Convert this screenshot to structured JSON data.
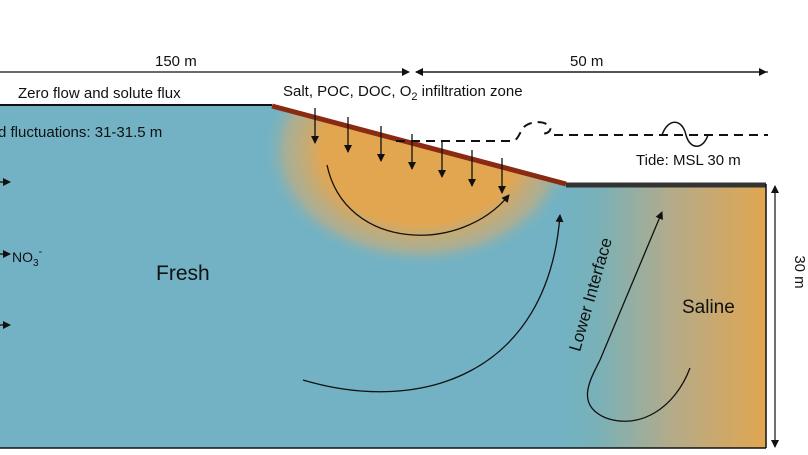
{
  "labels": {
    "dim_left": "150 m",
    "dim_right": "50 m",
    "dim_vertical": "30 m",
    "zero_flow": "Zero flow and solute flux",
    "fluctuations": "d fluctuations: 31-31.5 m",
    "infiltration_prefix": "Salt, POC, DOC, O",
    "infiltration_sub": "2",
    "infiltration_suffix": " infiltration zone",
    "tide": "Tide: MSL 30 m",
    "nitrate_base": "NO",
    "nitrate_sub": "3",
    "nitrate_sup": "-",
    "fresh": "Fresh",
    "saline": "Saline",
    "lower_interface": "Lower Interface"
  },
  "colors": {
    "fresh_water": "#72b2c4",
    "saline_water": "#e2a64e",
    "infiltration_zone": "#e3a650",
    "beach_surface": "#8b2a12",
    "seabed": "#333333",
    "outline": "#111111"
  }
}
